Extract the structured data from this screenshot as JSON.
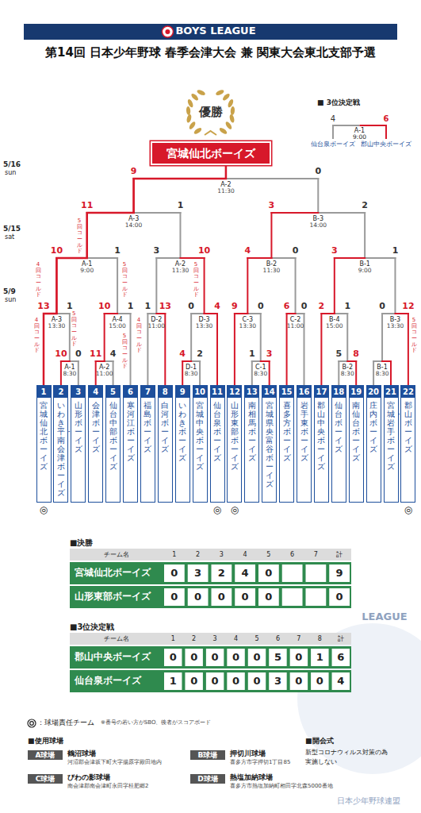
{
  "diagram": {
    "title": "第14回 日本少年野球 春季会津大会 兼 関東大会東北支部予選",
    "nodes": [
      {
        "text": [
          "宮城仙北ボーイズ"
        ]
      },
      {
        "text": [
          "1",
          "宮城仙北ボーイズ"
        ]
      },
      {
        "text": [
          "2",
          "いわき平・南会津ボーイズ"
        ]
      },
      {
        "text": [
          "3",
          "山形ボーイズ"
        ]
      },
      {
        "text": [
          "4",
          "会津ボーイズ"
        ]
      },
      {
        "text": [
          "5",
          "仙台中部ボーイズ"
        ]
      },
      {
        "text": [
          "6",
          "寒河江ボーイズ"
        ]
      },
      {
        "text": [
          "7",
          "福島ボーイズ"
        ]
      },
      {
        "text": [
          "8",
          "白河ボーイズ"
        ]
      },
      {
        "text": [
          "9",
          "いわきボーイズ"
        ]
      },
      {
        "text": [
          "10",
          "宮城中央ボーイズ"
        ]
      },
      {
        "text": [
          "11",
          "仙台泉ボーイズ"
        ]
      },
      {
        "text": [
          "12",
          "山形東部ボーイズ"
        ]
      },
      {
        "text": [
          "13",
          "南相馬ボーイズ"
        ]
      },
      {
        "text": [
          "14",
          "宮城県央富谷ボーイズ"
        ]
      },
      {
        "text": [
          "15",
          "喜多方ボーイズ"
        ]
      },
      {
        "text": [
          "16",
          "岩手東ボーイズ"
        ]
      },
      {
        "text": [
          "17",
          "郡山中央ボーイズ"
        ]
      },
      {
        "text": [
          "18",
          "仙台ボーイズ"
        ]
      },
      {
        "text": [
          "19",
          "南仙台ボーイズ"
        ]
      },
      {
        "text": [
          "20",
          "庄内ボーイズ"
        ]
      },
      {
        "text": [
          "21",
          "宮城・岩手ボーイズ"
        ]
      },
      {
        "text": [
          "22",
          "郡山ボーイズ"
        ]
      },
      {
        "text": [
          "A球場"
        ]
      },
      {
        "text": [
          "B球場"
        ]
      },
      {
        "text": [
          "C球場"
        ]
      },
      {
        "text": [
          "D球場"
        ]
      }
    ],
    "edges": [
      {
        "from": 1,
        "to": 0,
        "arrow": "none"
      }
    ],
    "labels": [
      "BOYS LEAGUE",
      "優勝",
      "■ 3位決定戦",
      "4",
      "6",
      "A-1",
      "9:00",
      "仙台泉ボーイズ",
      "郡山中央ボーイズ",
      "5/16",
      "sun",
      "5/15",
      "sat",
      "5/9",
      "sun",
      "A-2",
      "11:30",
      "9",
      "0",
      "A-3",
      "14:00",
      "11",
      "1",
      "B-3",
      "14:00",
      "3",
      "2",
      "A-1",
      "9:00",
      "10",
      "1",
      "A-2",
      "11:30",
      "3",
      "10",
      "B-2",
      "11:30",
      "4",
      "0",
      "B-1",
      "9:00",
      "3",
      "1",
      "A-3",
      "13:30",
      "13",
      "1",
      "A-4",
      "15:00",
      "10",
      "1",
      "D-2",
      "11:00",
      "1",
      "13",
      "D-3",
      "13:30",
      "0",
      "4",
      "C-3",
      "13:30",
      "9",
      "0",
      "C-2",
      "11:00",
      "6",
      "0",
      "B-4",
      "15:00",
      "2",
      "1",
      "B-3",
      "13:30",
      "0",
      "12",
      "A-1",
      "8:30",
      "10",
      "0",
      "A-2",
      "11:00",
      "11",
      "4",
      "D-1",
      "8:30",
      "4",
      "2",
      "C-1",
      "8:30",
      "1",
      "3",
      "B-2",
      "8:30",
      "5",
      "8",
      "B-1",
      "8:30",
      "4回コールド",
      "4回コールド",
      "5回コールド",
      "5回コールド",
      "5回コールド",
      "5回コールド",
      "4回コールド",
      "5回コールド",
      "5回コールド",
      "◎",
      "◎",
      "◎",
      "◎",
      "■決勝",
      "チーム名",
      "1",
      "2",
      "3",
      "4",
      "5",
      "6",
      "7",
      "計",
      "宮城仙北ボーイズ",
      "0",
      "3",
      "2",
      "4",
      "0",
      "9",
      "山形東部ボーイズ",
      "0",
      "0",
      "0",
      "0",
      "0",
      "0",
      "■3位決定戦",
      "チーム名",
      "1",
      "2",
      "3",
      "4",
      "5",
      "6",
      "7",
      "8",
      "計",
      "郡山中央ボーイズ",
      "0",
      "0",
      "0",
      "0",
      "0",
      "5",
      "0",
      "1",
      "6",
      "仙台泉ボーイズ",
      "1",
      "0",
      "0",
      "0",
      "0",
      "3",
      "0",
      "0",
      "4",
      "※番号の若い方がSBO、後者がスコアボード",
      "■使用球場",
      "鶴沼球場",
      "河沼郡会津坂下町大字揚原字殿田地内",
      "押切川球場",
      "喜多方市字押切1丁目85",
      "びわの影球場",
      "南会津郡南会津町永田字桂肥郷2",
      "熱塩加納球場",
      "喜多方市熱塩加納町相田字北森5000番地",
      "■開会式",
      "新型コロナウィルス対策の為",
      "実施しない",
      "LEAGUE",
      "日本少年野球連盟"
    ],
    "legend": [
      {
        "text": "：球場責任チーム"
      }
    ]
  }
}
